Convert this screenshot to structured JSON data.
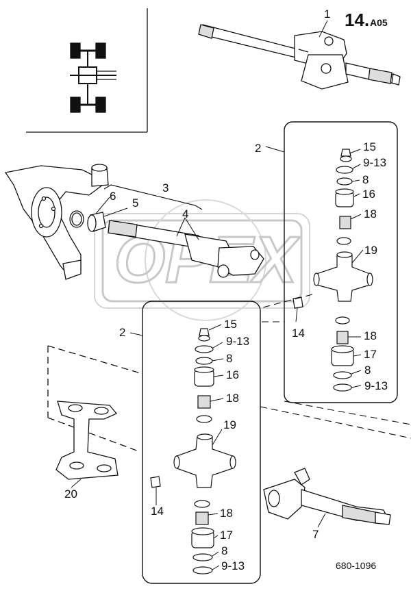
{
  "page_header": {
    "number": "14.",
    "suffix": "A05"
  },
  "watermark": "OPEX",
  "drawing_reference": "680-1096",
  "colors": {
    "line": "#111111",
    "watermark": "#c8c8c8"
  },
  "callouts": {
    "c1": "1",
    "c2_upper": "2",
    "c2_lower": "2",
    "c3": "3",
    "c4": "4",
    "c5": "5",
    "c6": "6",
    "c7": "7",
    "c20": "20",
    "u15": "15",
    "u9_13a": "9-13",
    "u8a": "8",
    "u16": "16",
    "u18a": "18",
    "u19": "19",
    "u14": "14",
    "u18b": "18",
    "u17": "17",
    "u8b": "8",
    "u9_13b": "9-13",
    "l15": "15",
    "l9_13a": "9-13",
    "l8a": "8",
    "l16": "16",
    "l18a": "18",
    "l19": "19",
    "l14": "14",
    "l18b": "18",
    "l17": "17",
    "l8b": "8",
    "l9_13b": "9-13"
  }
}
